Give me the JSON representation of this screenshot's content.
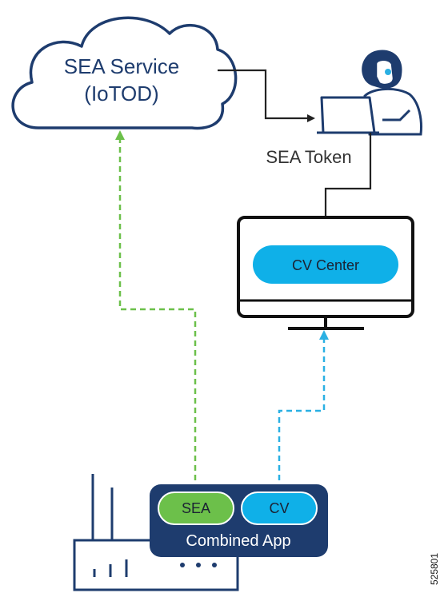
{
  "cloud": {
    "title_line1": "SEA Service",
    "title_line2": "(IoTOD)"
  },
  "user": {
    "token_label": "SEA Token"
  },
  "monitor": {
    "app_label": "CV Center"
  },
  "combined_app": {
    "sea_label": "SEA",
    "cv_label": "CV",
    "title": "Combined App"
  },
  "figure_id": "525801",
  "colors": {
    "navy": "#1e3c6e",
    "green_dash": "#6cc04a",
    "blue_dash": "#2ab0e3",
    "cv_center_fill": "#0fb0e8",
    "sea_pill_fill": "#6cc04a",
    "line": "#222222"
  }
}
